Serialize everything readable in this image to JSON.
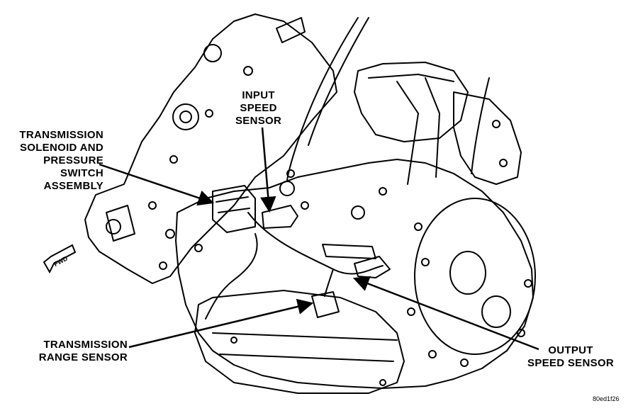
{
  "labels": {
    "input_speed_sensor": [
      "INPUT",
      "SPEED",
      "SENSOR"
    ],
    "solenoid_assembly": [
      "TRANSMISSION",
      "SOLENOID AND",
      "PRESSURE",
      "SWITCH",
      "ASSEMBLY"
    ],
    "range_sensor": [
      "TRANSMISSION",
      "RANGE SENSOR"
    ],
    "output_speed_sensor": [
      "OUTPUT",
      "SPEED SENSOR"
    ],
    "fwd_arrow": "FWD"
  },
  "figure_code": "80ed1f26",
  "colors": {
    "ink": "#000000",
    "paper": "#ffffff"
  }
}
